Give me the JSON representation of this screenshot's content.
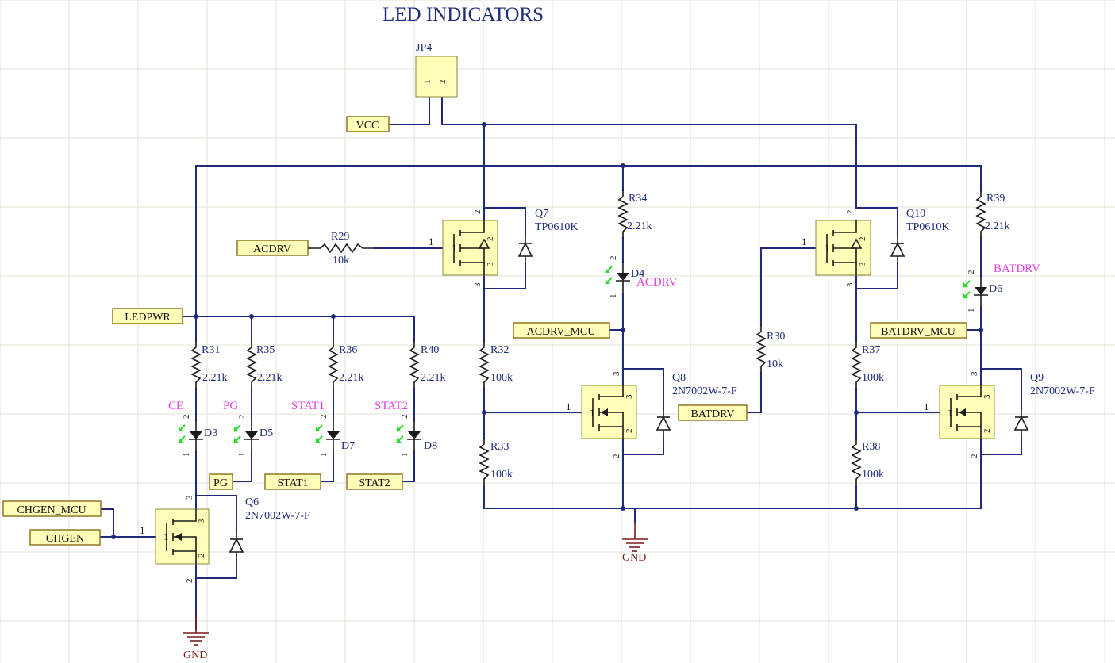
{
  "title": "LED INDICATORS",
  "jumper": {
    "ref": "JP4",
    "pins": [
      "1",
      "2"
    ]
  },
  "ports": {
    "vcc": "VCC",
    "acdrv": "ACDRV",
    "ledpwr": "LEDPWR",
    "acdrv_mcu": "ACDRV_MCU",
    "batdrv": "BATDRV",
    "batdrv_mcu": "BATDRV_MCU",
    "chgen_mcu": "CHGEN_MCU",
    "chgen": "CHGEN",
    "pg": "PG",
    "stat1": "STAT1",
    "stat2": "STAT2"
  },
  "resistors": {
    "r29": {
      "ref": "R29",
      "value": "10k"
    },
    "r30": {
      "ref": "R30",
      "value": "10k"
    },
    "r31": {
      "ref": "R31",
      "value": "2.21k"
    },
    "r32": {
      "ref": "R32",
      "value": "100k"
    },
    "r33": {
      "ref": "R33",
      "value": "100k"
    },
    "r34": {
      "ref": "R34",
      "value": "2.21k"
    },
    "r35": {
      "ref": "R35",
      "value": "2.21k"
    },
    "r36": {
      "ref": "R36",
      "value": "2.21k"
    },
    "r37": {
      "ref": "R37",
      "value": "100k"
    },
    "r38": {
      "ref": "R38",
      "value": "100k"
    },
    "r39": {
      "ref": "R39",
      "value": "2.21k"
    },
    "r40": {
      "ref": "R40",
      "value": "2.21k"
    }
  },
  "transistors": {
    "q6": {
      "ref": "Q6",
      "value": "2N7002W-7-F"
    },
    "q7": {
      "ref": "Q7",
      "value": "TP0610K"
    },
    "q8": {
      "ref": "Q8",
      "value": "2N7002W-7-F"
    },
    "q9": {
      "ref": "Q9",
      "value": "2N7002W-7-F"
    },
    "q10": {
      "ref": "Q10",
      "value": "TP0610K"
    }
  },
  "leds": {
    "d3": {
      "ref": "D3",
      "label": "CE"
    },
    "d4": {
      "ref": "D4",
      "label": "ACDRV"
    },
    "d5": {
      "ref": "D5",
      "label": "PG"
    },
    "d6": {
      "ref": "D6",
      "label": "BATDRV"
    },
    "d7": {
      "ref": "D7",
      "label": "STAT1"
    },
    "d8": {
      "ref": "D8",
      "label": "STAT2"
    }
  },
  "gnd_label": "GND",
  "pin_labels": {
    "one": "1",
    "two": "2",
    "three": "3"
  },
  "colors": {
    "wire": "#1f2a7a",
    "component_fill": "#fffdb8",
    "net_label": "#e040e0",
    "led_arrow": "#2bdc2b",
    "ground": "#7a1b1b",
    "background": "#ffffff"
  }
}
